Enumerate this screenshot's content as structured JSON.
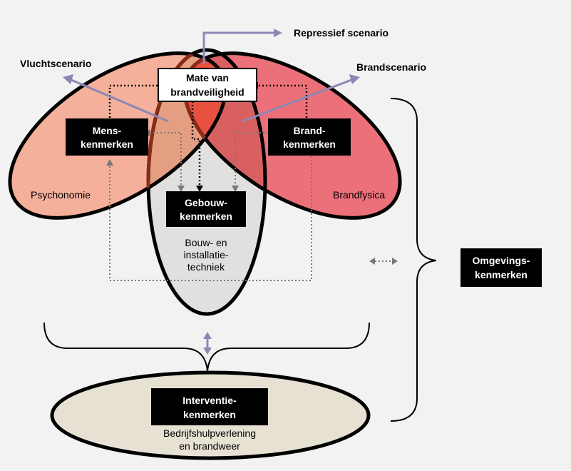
{
  "labels": {
    "repressief": "Repressief scenario",
    "vlucht": "Vluchtscenario",
    "brandscen": "Brandscenario",
    "mate": [
      "Mate van",
      "brandveiligheid"
    ],
    "mens": [
      "Mens-",
      "kenmerken"
    ],
    "brand": [
      "Brand-",
      "kenmerken"
    ],
    "gebouw": [
      "Gebouw-",
      "kenmerken"
    ],
    "omgeving": [
      "Omgevings-",
      "kenmerken"
    ],
    "interventie": [
      "Interventie-",
      "kenmerken"
    ],
    "psychonomie": "Psychonomie",
    "brandfysica": "Brandfysica",
    "bouw": [
      "Bouw- en",
      "installatie-",
      "techniek"
    ],
    "bhv": [
      "Bedrijfshulpverlening",
      "en brandweer"
    ]
  },
  "colors": {
    "background": "#f2f2f2",
    "psychonomie_fill": "#f4b09a",
    "brandfysica_fill": "#ec7079",
    "gebouw_fill": "#e1e0df",
    "interventie_fill": "#e6e1d3",
    "arrow": "#8b88b6",
    "black_box": "#000000"
  }
}
